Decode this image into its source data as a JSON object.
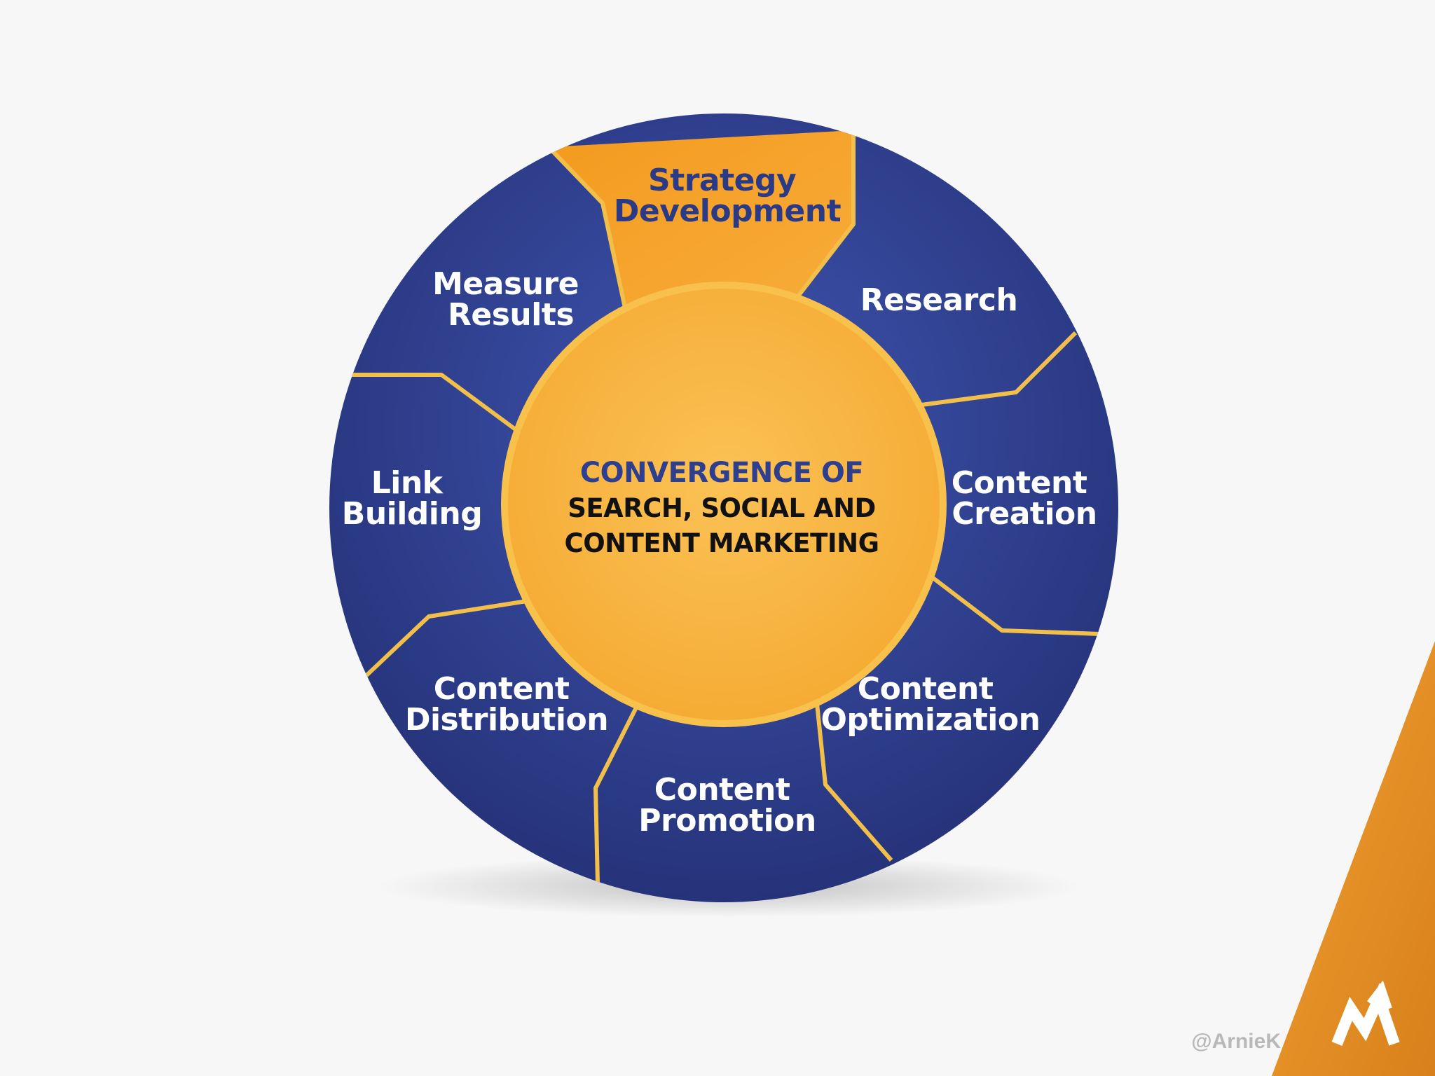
{
  "center": {
    "line1": "CONVERGENCE OF",
    "line2": "SEARCH, SOCIAL AND",
    "line3": "CONTENT MARKETING"
  },
  "segments": [
    {
      "line1": "Strategy",
      "line2": "Development"
    },
    {
      "line1": "Research",
      "line2": ""
    },
    {
      "line1": "Content",
      "line2": "Creation"
    },
    {
      "line1": "Content",
      "line2": "Optimization"
    },
    {
      "line1": "Content",
      "line2": "Promotion"
    },
    {
      "line1": "Content",
      "line2": "Distribution"
    },
    {
      "line1": "Link",
      "line2": "Building"
    },
    {
      "line1": "Measure",
      "line2": "Results"
    }
  ],
  "footer": {
    "handle": "@ArnieK"
  },
  "colors": {
    "segment_blue": "#2f3f8f",
    "highlight_orange": "#f5a026",
    "center_gold": "#f8b541",
    "divider_gold": "#f2c04a",
    "accent_orange": "#e8952c"
  },
  "icons": {
    "logo": "am-arrow-logo"
  }
}
